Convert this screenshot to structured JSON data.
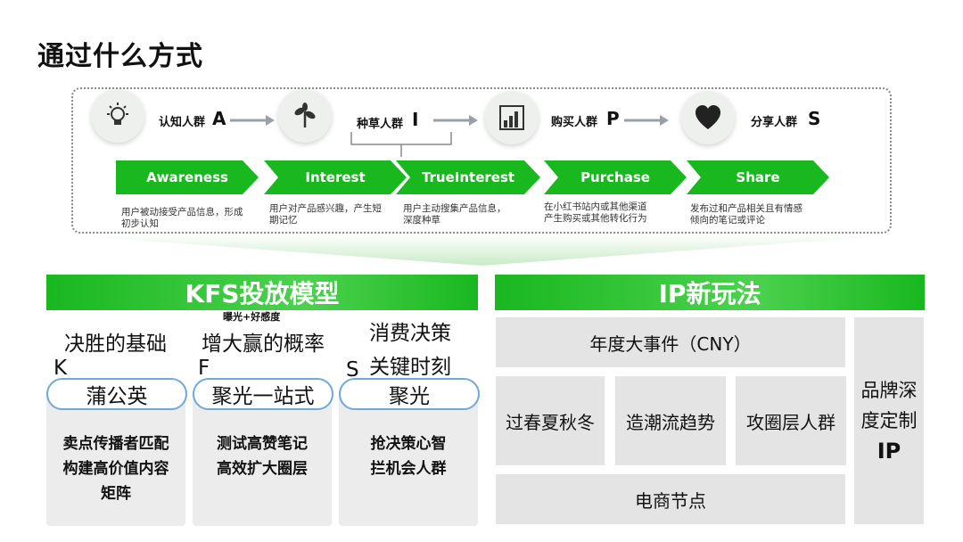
{
  "title": "通过什么方式",
  "stages": [
    {
      "label": "认知人群",
      "letter": "A",
      "icon": "lightbulb-icon"
    },
    {
      "label": "种草人群",
      "letter": "I",
      "icon": "sprout-icon"
    },
    {
      "label": "购买人群",
      "letter": "P",
      "icon": "bar-chart-icon"
    },
    {
      "label": "分享人群",
      "letter": "S",
      "icon": "heart-icon"
    }
  ],
  "chevrons": [
    "Awareness",
    "Interest",
    "TrueInterest",
    "Purchase",
    "Share"
  ],
  "descriptions": [
    {
      "line1": "用户被动接受产品信息，形成",
      "line2": "初步认知"
    },
    {
      "line1": "用户对产品感兴趣，产生短",
      "line2": "期记忆"
    },
    {
      "line1": "用户主动搜集产品信息，",
      "line2": "深度种草"
    },
    {
      "line1": "在小红书站内或其他渠道",
      "line2": "产生购买或其他转化行为"
    },
    {
      "line1": "发布过和产品相关且有情感",
      "line2": "倾向的笔记或评论"
    }
  ],
  "kfs": {
    "header": "KFS投放模型",
    "overlay_note": "曝光+好感度",
    "columns": [
      {
        "heading": "决胜的基础",
        "letter": "K",
        "pill": "蒲公英",
        "card1": "卖点传播者匹配",
        "card2": "构建高价值内容",
        "card3": "矩阵"
      },
      {
        "heading": "增大赢的概率",
        "letter": "F",
        "pill": "聚光一站式",
        "card1": "测试高赞笔记",
        "card2": "高效扩大圈层",
        "card3": ""
      },
      {
        "heading1": "消费决策",
        "heading2": "关键时刻",
        "letter": "S",
        "pill": "聚光",
        "card1": "抢决策心智",
        "card2": "拦机会人群",
        "card3": ""
      }
    ]
  },
  "ip": {
    "header": "IP新玩法",
    "top": "年度大事件（CNY）",
    "mid": [
      "过春夏秋冬",
      "造潮流趋势",
      "攻圈层人群"
    ],
    "bottom": "电商节点",
    "side1": "品牌深",
    "side2": "度定制",
    "side3": "IP"
  },
  "colors": {
    "accent_green": "#19b81f",
    "pill_border": "#6fa9d9",
    "card_bg": "#ececec"
  }
}
